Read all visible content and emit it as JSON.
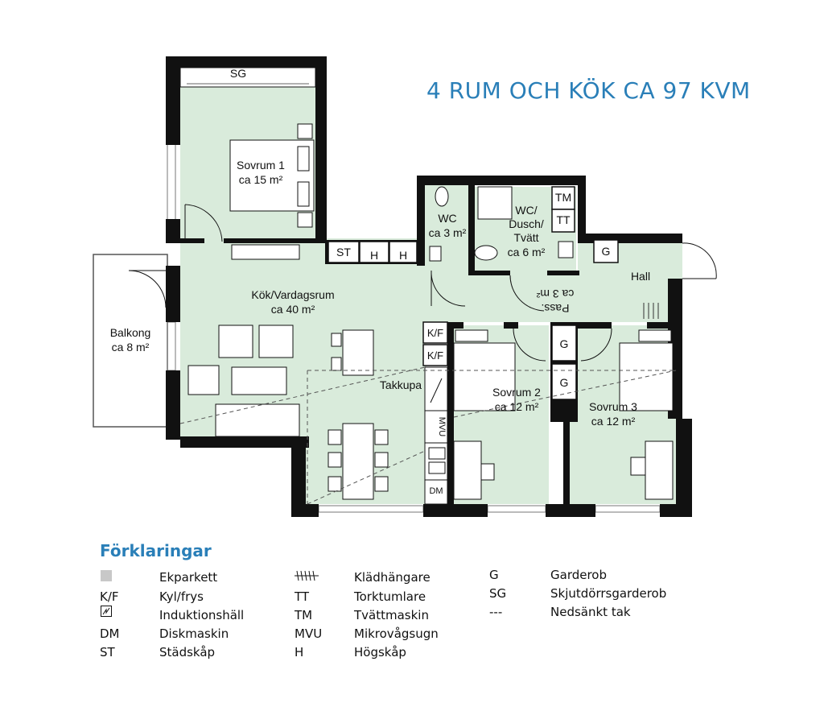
{
  "title": "4 RUM OCH KÖK CA 97 KVM",
  "rooms": {
    "sovrum1": {
      "name": "Sovrum 1",
      "area": "ca 15 m²"
    },
    "kok": {
      "name": "Kök/Vardagsrum",
      "area": "ca 40 m²"
    },
    "balkong": {
      "name": "Balkong",
      "area": "ca 8 m²"
    },
    "wc": {
      "name": "WC",
      "area": "ca 3 m²"
    },
    "wcdusch": {
      "line1": "WC/",
      "line2": "Dusch/",
      "line3": "Tvätt",
      "area": "ca 6 m²"
    },
    "hall": {
      "name": "Hall"
    },
    "pass": {
      "name": "Pass.",
      "area": "ca 3 m²"
    },
    "sovrum2": {
      "name": "Sovrum 2",
      "area": "ca 12 m²"
    },
    "sovrum3": {
      "name": "Sovrum 3",
      "area": "ca 12 m²"
    },
    "takkupa": "Takkupa"
  },
  "fixtures": {
    "sg": "SG",
    "st": "ST",
    "h": "H",
    "tm": "TM",
    "tt": "TT",
    "g": "G",
    "kf": "K/F",
    "mvu": "MVU",
    "dm": "DM"
  },
  "legend": {
    "title": "Förklaringar",
    "items": [
      {
        "code": "",
        "label": "Ekparkett"
      },
      {
        "code": "K/F",
        "label": "Kyl/frys"
      },
      {
        "code": "",
        "label": "Induktionshäll"
      },
      {
        "code": "DM",
        "label": "Diskmaskin"
      },
      {
        "code": "ST",
        "label": "Städskåp"
      },
      {
        "code": "",
        "label": "Klädhängare"
      },
      {
        "code": "TT",
        "label": "Torktumlare"
      },
      {
        "code": "TM",
        "label": "Tvättmaskin"
      },
      {
        "code": "MVU",
        "label": "Mikrovågsugn"
      },
      {
        "code": "H",
        "label": "Högskåp"
      },
      {
        "code": "G",
        "label": "Garderob"
      },
      {
        "code": "SG",
        "label": "Skjutdörrsgarderob"
      },
      {
        "code": "---",
        "label": "Nedsänkt tak"
      }
    ]
  },
  "colors": {
    "floor": "#d9ebdb",
    "wall": "#111111",
    "accent": "#2a7fb8"
  }
}
